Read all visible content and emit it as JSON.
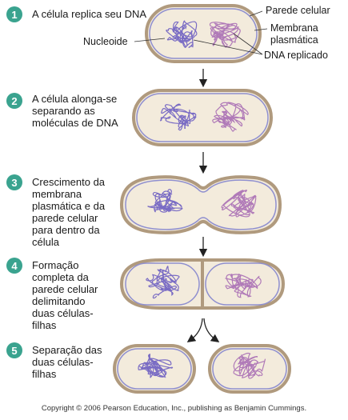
{
  "steps": [
    {
      "number": "1",
      "text": "A célula replica seu DNA"
    },
    {
      "number": "2",
      "text": "A célula alonga-se\nseparando as\nmoléculas de DNA"
    },
    {
      "number": "3",
      "text": "Crescimento da\nmembrana\nplasmática  e da\nparede celular\npara dentro da\ncélula"
    },
    {
      "number": "4",
      "text": "Formação\ncompleta da\nparede celular\ndelimitando\nduas células-\nfilhas"
    },
    {
      "number": "5",
      "text": "Separação das\nduas células-\nfilhas"
    }
  ],
  "labels": {
    "cell_wall": "Parede celular",
    "plasma_membrane": "Membrana\nplasmática",
    "nucleoid": "Nucleoide",
    "replicated_dna": "DNA replicado"
  },
  "copyright": "Copyright © 2006 Pearson Education, Inc., publishing as Benjamin Cummings.",
  "colors": {
    "step_badge": "#3aa38f",
    "cell_wall": "#b09a7e",
    "membrane": "#8f8fcf",
    "cytoplasm": "#f3ebdc",
    "dna_left": "#7a6cc4",
    "dna_right": "#b07ab8"
  }
}
